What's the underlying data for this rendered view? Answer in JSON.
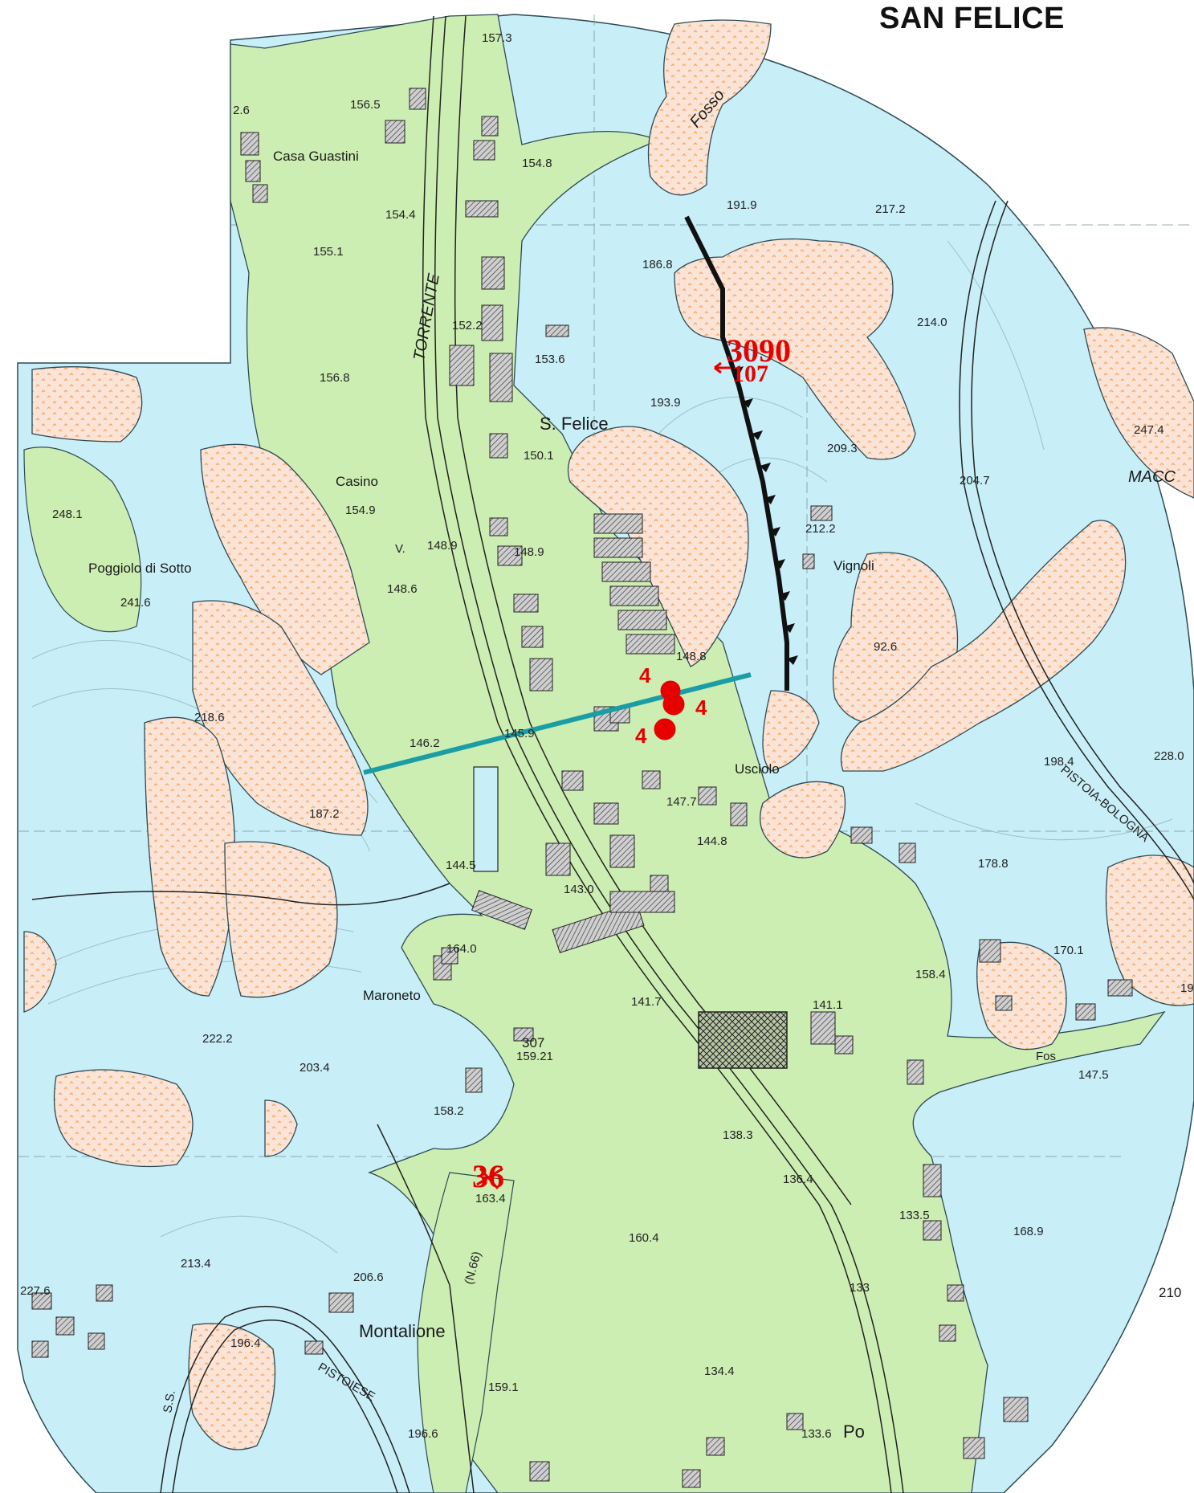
{
  "title": "SAN FELICE",
  "colors": {
    "blue_zone": "#c8eef8",
    "green_zone": "#cdeeb2",
    "pink_zone": "#fbe3d6",
    "pink_dots": "#f4a35c",
    "fault_line": "#111111",
    "section_line": "#1a9da5",
    "marker_red": "#e60000",
    "building": "#555555"
  },
  "place_names": {
    "casa_guastini": "Casa Guastini",
    "torrente": "TORRENTE",
    "s_felice": "S. Felice",
    "casino": "Casino",
    "poggiolo_di_sotto": "Poggiolo di Sotto",
    "vignoli": "Vignoli",
    "usciolo": "Usciolo",
    "maroneto": "Maroneto",
    "montalione": "Montalione",
    "macc": "MACC",
    "pistoia_bologna": "PISTOIA-BOLOGNA",
    "pistoiese": "PISTOIESE",
    "fosso": "Fosso",
    "fosso_bottom": "Fos",
    "ss": "S.S.",
    "n66": "(N.66)",
    "po": "Po",
    "v": "V."
  },
  "elevations": {
    "e157_3": "157.3",
    "e156_5": "156.5",
    "e2_6": "2.6",
    "e154_8": "154.8",
    "e154_4": "154.4",
    "e155_1": "155.1",
    "e191_9": "191.9",
    "e217_2": "217.2",
    "e186_8": "186.8",
    "e152_2": "152.2",
    "e214_0": "214.0",
    "e153_6": "153.6",
    "e156_8": "156.8",
    "e193_9": "193.9",
    "e150_1": "150.1",
    "e209_3": "209.3",
    "e247_4": "247.4",
    "e204_7": "204.7",
    "e248_1": "248.1",
    "e154_9": "154.9",
    "e148_9a": "148.9",
    "e148_9b": "148.9",
    "e212_2": "212.2",
    "e148_6": "148.6",
    "e241_6": "241.6",
    "e92_6": "92.6",
    "e148_8": "148.8",
    "e218_6": "218.6",
    "e146_2": "146.2",
    "e145_9": "145.9",
    "e198_4": "198.4",
    "e228_0": "228.0",
    "e147_7": "147.7",
    "e187_2": "187.2",
    "e144_8": "144.8",
    "e178_8": "178.8",
    "e144_5": "144.5",
    "e143_0": "143.0",
    "e164_0": "164.0",
    "e170_1": "170.1",
    "e158_4": "158.4",
    "e141_7": "141.7",
    "e141_1": "141.1",
    "e222_2": "222.2",
    "e307": "307",
    "e159_21": "159.21",
    "e203_4": "203.4",
    "e147_5": "147.5",
    "e158_2": "158.2",
    "e138_3": "138.3",
    "e136_4": "136.4",
    "e163_4": "163.4",
    "e133_5": "133.5",
    "e168_9": "168.9",
    "e160_4": "160.4",
    "e213_4": "213.4",
    "e206_6": "206.6",
    "e133": "133",
    "e227_6": "227.6",
    "e210": "210",
    "e134_4": "134.4",
    "e196_4": "196.4",
    "e159_1": "159.1",
    "e196_6": "196.6",
    "e133_6": "133.6",
    "e19": "19"
  },
  "markers": {
    "m4_a": "4",
    "m4_b": "4",
    "m4_c": "4",
    "m30_90": "3090",
    "m10_7": "107",
    "m36": "36"
  }
}
